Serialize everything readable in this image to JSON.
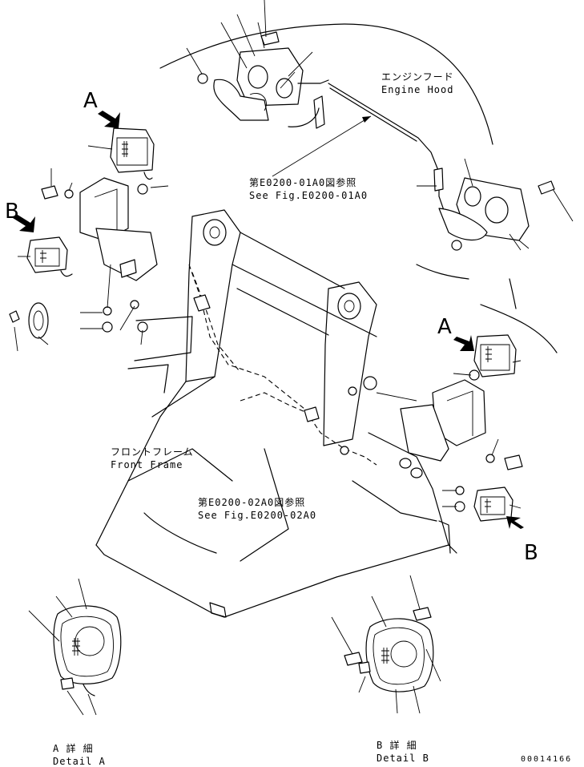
{
  "labels": {
    "engine_hood_jp": "エンジンフード",
    "engine_hood_en": "Engine Hood",
    "ref1_jp": "第E0200-01A0図参照",
    "ref1_en": "See Fig.E0200-01A0",
    "front_frame_jp": "フロントフレーム",
    "front_frame_en": "Front Frame",
    "ref2_jp": "第E0200-02A0図参照",
    "ref2_en": "See Fig.E0200-02A0",
    "detail_a_jp": "A 詳 細",
    "detail_a_en": "Detail A",
    "detail_b_jp": "B 詳 細",
    "detail_b_en": "Detail B"
  },
  "view_markers": {
    "a_left": "A",
    "b_left": "B",
    "a_right": "A",
    "b_right": "B"
  },
  "document_number": "00014166"
}
